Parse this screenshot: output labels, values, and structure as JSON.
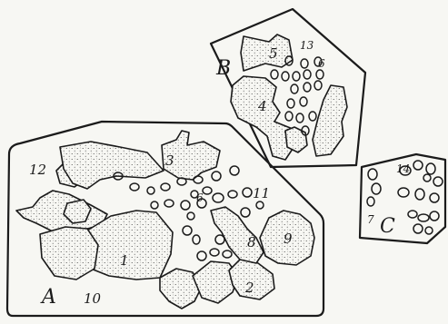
{
  "figure": {
    "regions": [
      {
        "id": "A",
        "label": "A"
      },
      {
        "id": "B",
        "label": "B"
      },
      {
        "id": "C",
        "label": "C"
      }
    ],
    "numbers": [
      "1",
      "2",
      "3",
      "4",
      "5",
      "6",
      "6",
      "7",
      "8",
      "9",
      "10",
      "11",
      "12",
      "13",
      "14"
    ]
  }
}
